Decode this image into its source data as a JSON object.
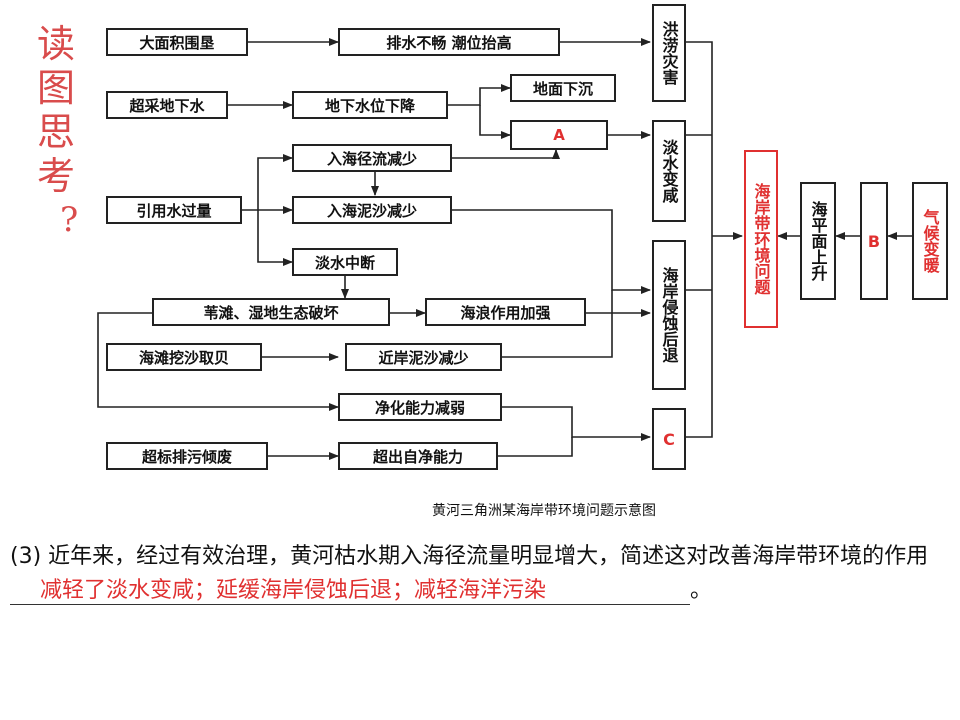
{
  "side_title": {
    "chars": [
      "读",
      "图",
      "思",
      "考"
    ],
    "question_mark": "?"
  },
  "boxes": {
    "b1": "大面积围垦",
    "b2": "排水不畅 潮位抬高",
    "b3": "超采地下水",
    "b4": "地下水位下降",
    "b5": "地面下沉",
    "b6": "A",
    "b7": "入海径流减少",
    "b8": "引用水过量",
    "b9": "入海泥沙减少",
    "b10": "淡水中断",
    "b11": "苇滩、湿地生态破坏",
    "b12": "海浪作用加强",
    "b13": "海滩挖沙取贝",
    "b14": "近岸泥沙减少",
    "b15": "净化能力减弱",
    "b16": "超标排污倾废",
    "b17": "超出自净能力"
  },
  "vboxes": {
    "v1": "洪涝灾害",
    "v2": "淡水变咸",
    "v3": "海岸侵蚀后退",
    "v4": "C",
    "v5": "海岸带环境问题",
    "v6": "海平面上升",
    "v7": "B",
    "v8": "气候变暖"
  },
  "caption": "黄河三角洲某海岸带环境问题示意图",
  "question": {
    "number": "(3)",
    "text": "近年来，经过有效治理，黄河枯水期入海径流量明显增大，简述这对改善海岸带环境的作用",
    "answer": "减轻了淡水变咸；延缓海岸侵蚀后退；减轻海洋污染",
    "end": "。"
  },
  "colors": {
    "accent": "#e03030",
    "title": "#d94c4c",
    "line": "#222222"
  }
}
